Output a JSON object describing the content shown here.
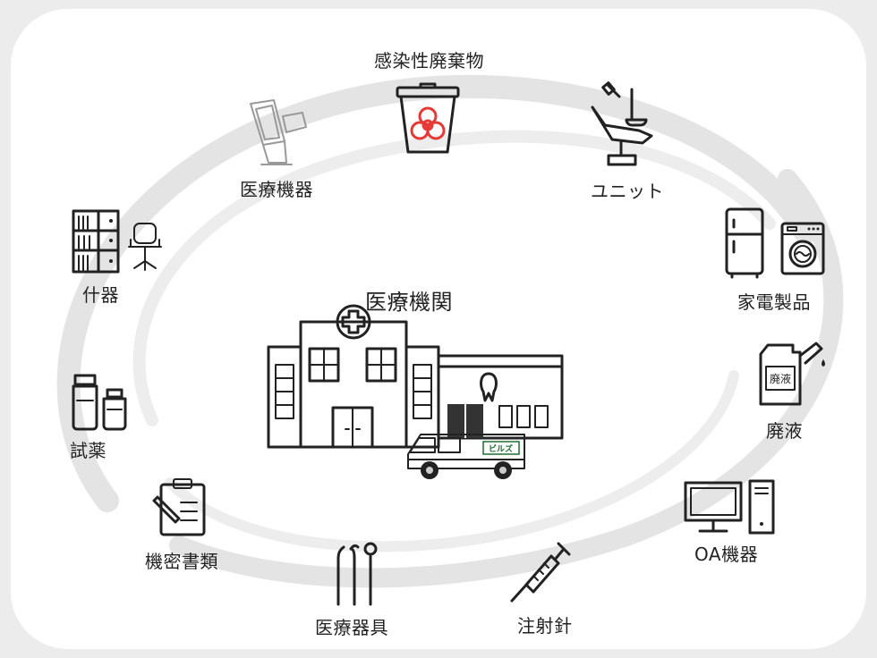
{
  "center": {
    "label": "医療機関",
    "badge": "ビルズ"
  },
  "items": {
    "infectious_waste": "感染性廃棄物",
    "unit": "ユニット",
    "appliances": "家電製品",
    "waste_liquid": "廃液",
    "waste_liquid_tag": "廃液",
    "oa_equipment": "OA機器",
    "needles": "注射針",
    "medical_tools": "医療器具",
    "confidential_docs": "機密書類",
    "reagents": "試薬",
    "furniture": "什器",
    "medical_equipment": "医療機器"
  },
  "colors": {
    "background": "#ececec",
    "panel": "#ffffff",
    "swirl": "#e2e2e2",
    "biohazard": "#e53935",
    "brand": "#1d6d2f"
  }
}
